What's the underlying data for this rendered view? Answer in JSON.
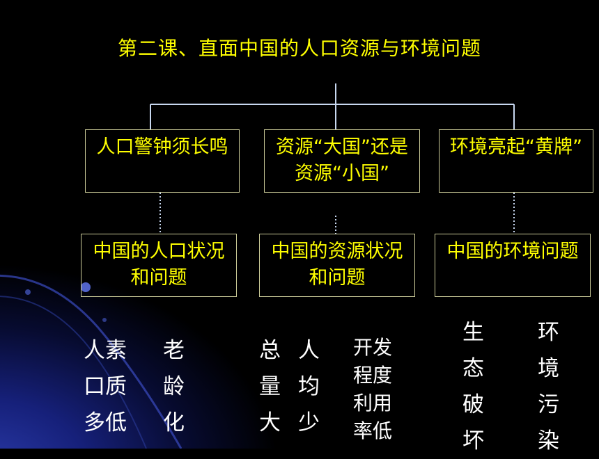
{
  "title": "第二课、直面中国的人口资源与环境问题",
  "level1": [
    "人口警钟须长鸣",
    "资源“大国”还是资源“小国”",
    "环境亮起“黄牌”"
  ],
  "level2": [
    "中国的人口状况和问题",
    "中国的资源状况和问题",
    "中国的环境问题"
  ],
  "leaves": {
    "population_many_low": [
      "人素",
      "口质",
      "多低"
    ],
    "aging": [
      "老",
      "龄",
      "化"
    ],
    "total_large": [
      "总",
      "量",
      "大"
    ],
    "per_capita_low": [
      "人",
      "均",
      "少"
    ],
    "development": [
      "开发",
      "程度",
      "利用",
      "率低"
    ],
    "ecology": [
      "生",
      "态",
      "破",
      "坏"
    ],
    "pollution": [
      "环",
      "境",
      "污",
      "染"
    ]
  },
  "colors": {
    "title": "#ffff00",
    "box_text": "#ffff00",
    "box_border": "#cccc99",
    "connector": "#c8d8f0",
    "leaf_text": "#ffffff",
    "background": "#000000"
  }
}
